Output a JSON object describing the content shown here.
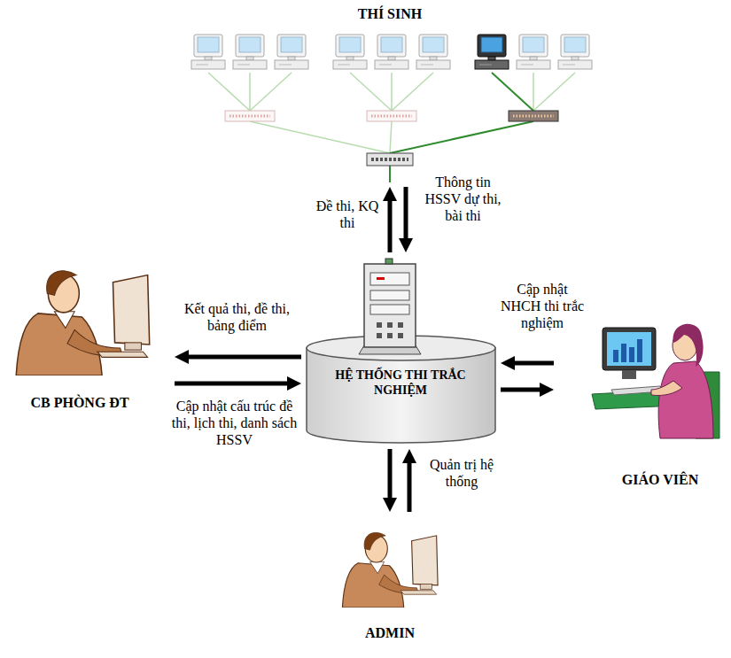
{
  "diagram": {
    "nodes": [
      {
        "text": [
          "THÍ SINH"
        ]
      },
      {
        "text": [
          "CB PHÒNG ĐT"
        ]
      },
      {
        "text": [
          "HỆ THỐNG THI TRẮC NGHIỆM"
        ]
      },
      {
        "text": [
          "GIÁO VIÊN"
        ]
      },
      {
        "text": [
          "ADMIN"
        ]
      }
    ],
    "edges": [
      {
        "from": 2,
        "to": 0,
        "arrow": "to",
        "label": "Đề thi, KQ thi"
      },
      {
        "from": 0,
        "to": 2,
        "arrow": "to",
        "label": "Thông tin HSSV dự thi, bài thi"
      },
      {
        "from": 2,
        "to": 1,
        "arrow": "to",
        "label": "Kết quả thi, đề thi, bảng điểm"
      },
      {
        "from": 1,
        "to": 2,
        "arrow": "to",
        "label": "Cập nhật cấu trúc đề thi, lịch thi, danh sách HSSV"
      },
      {
        "from": 3,
        "to": 2,
        "arrow": "to",
        "label": "Cập nhật NHCH thi trắc nghiệm"
      },
      {
        "from": 2,
        "to": 3,
        "arrow": "to"
      },
      {
        "from": 2,
        "to": 4,
        "arrow": "to"
      },
      {
        "from": 4,
        "to": 2,
        "arrow": "to",
        "label": "Quản trị hệ thống"
      }
    ]
  }
}
